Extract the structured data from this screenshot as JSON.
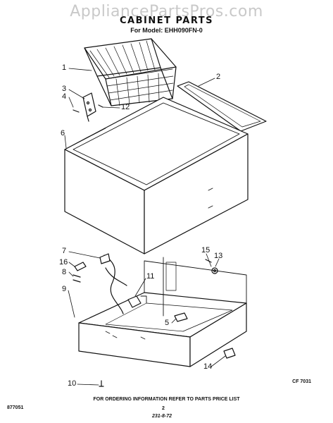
{
  "watermark": "AppliancePartsPros.com",
  "title": "CABINET PARTS",
  "subtitle": "For Model: EHH090FN-0",
  "callouts": [
    "1",
    "2",
    "3",
    "4",
    "12",
    "6",
    "7",
    "16",
    "8",
    "9",
    "10",
    "11",
    "5",
    "15",
    "13",
    "14"
  ],
  "figure_code": "CF 7031",
  "doc_number": "877051",
  "ordering_note": "FOR ORDERING INFORMATION REFER TO PARTS PRICE LIST",
  "page_number": "2",
  "date_stamp": "231-8-72"
}
